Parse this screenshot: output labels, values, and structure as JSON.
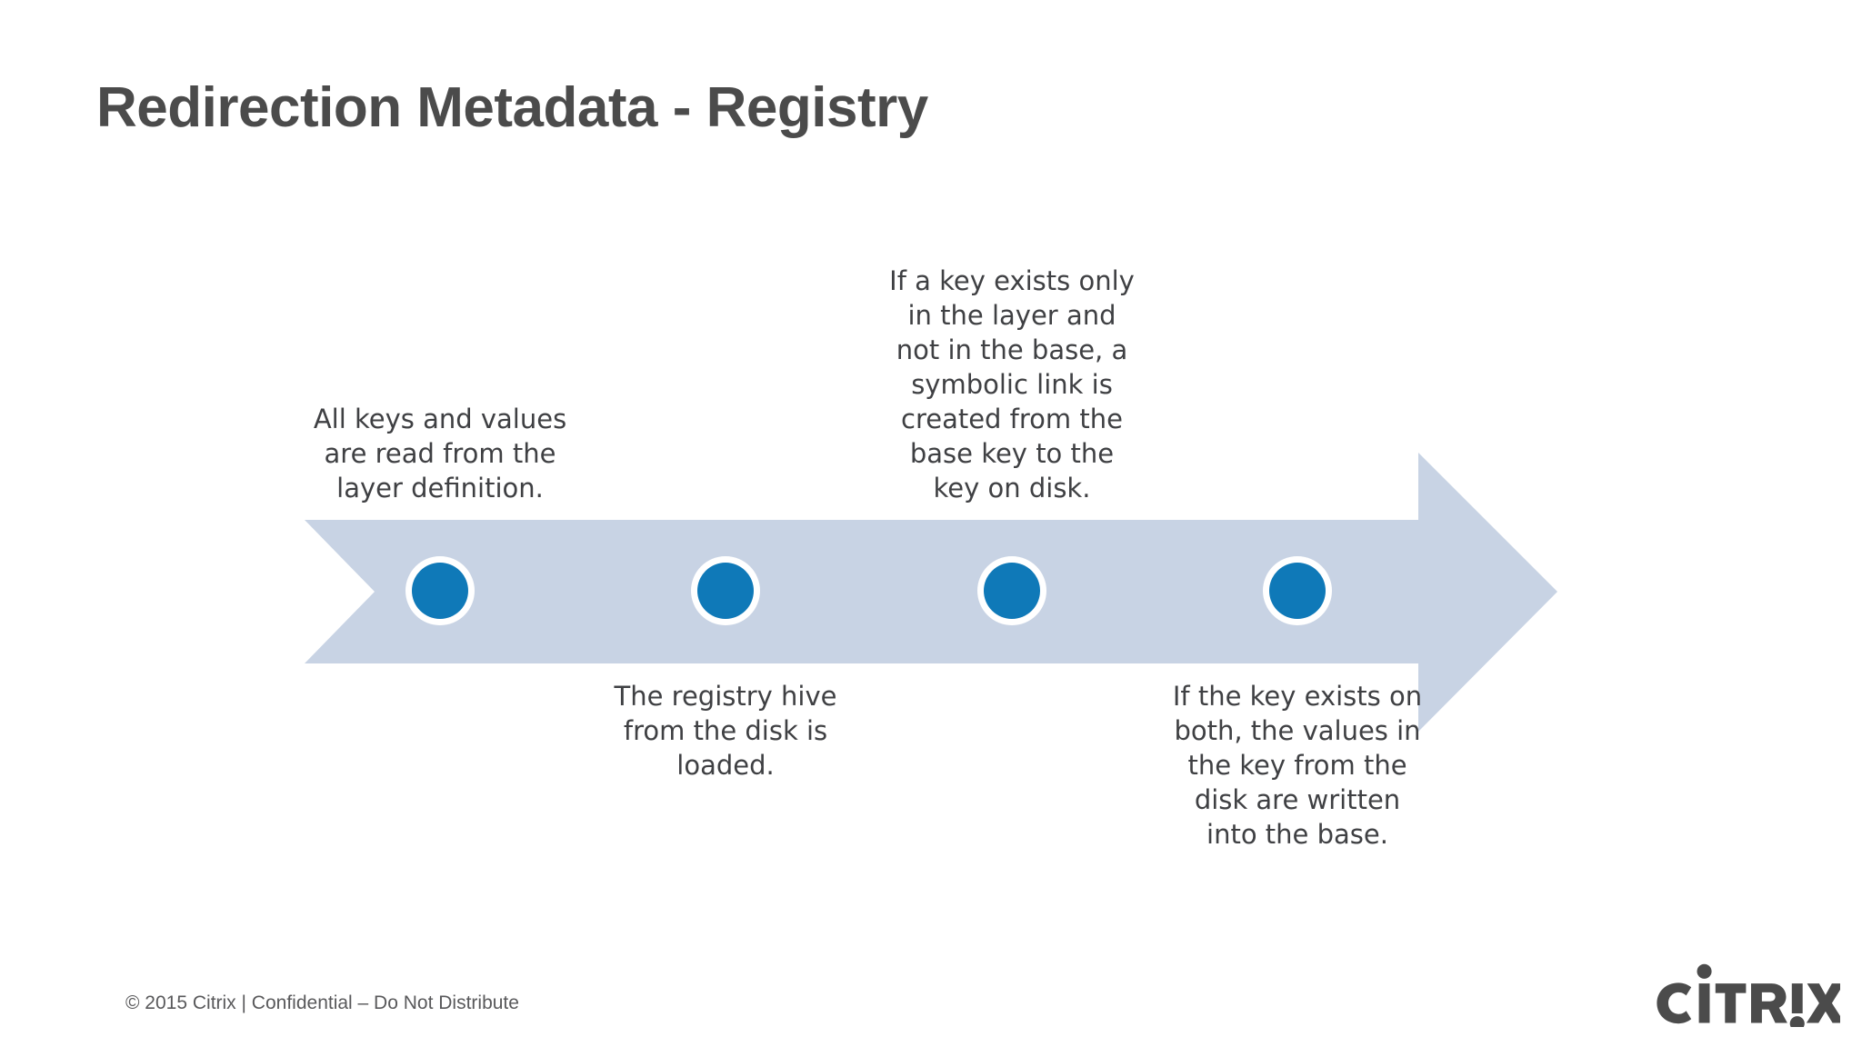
{
  "slide": {
    "title": "Redirection Metadata - Registry",
    "background_color": "#ffffff",
    "title_color": "#4b4b4b"
  },
  "diagram": {
    "type": "process-arrow-timeline",
    "arrow_fill": "#c8d3e4",
    "milestone_fill": "#0f79b8",
    "milestone_ring": "#ffffff",
    "milestone_count": 4,
    "steps": [
      {
        "index": 1,
        "position": "above",
        "text": "All keys and values\nare read from the\nlayer definition."
      },
      {
        "index": 2,
        "position": "below",
        "text": "The registry hive\nfrom the disk is\nloaded."
      },
      {
        "index": 3,
        "position": "above",
        "text": "If a key exists only\nin the layer and\nnot in the base, a\nsymbolic link is\ncreated from the\nbase key to the\nkey on disk."
      },
      {
        "index": 4,
        "position": "below",
        "text": "If the key exists on\nboth, the values in\nthe key from the\ndisk are written\ninto the base."
      }
    ]
  },
  "footer": {
    "copyright": "© 2015 Citrix | Confidential – Do Not Distribute",
    "logo_text": "CITRIX",
    "logo_mark": "registered-trademark"
  }
}
